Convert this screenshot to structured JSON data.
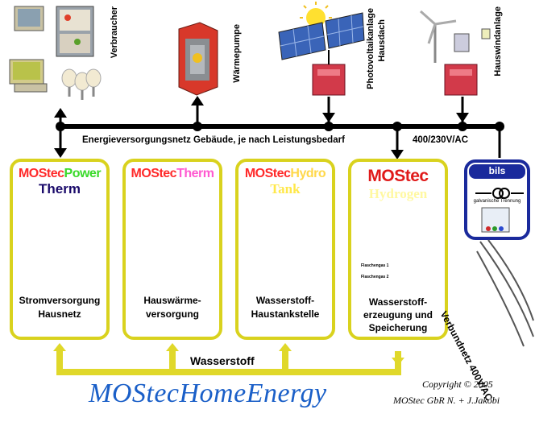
{
  "consumers": {
    "verbraucher": "Verbraucher",
    "waermepumpe": "Wärmepumpe",
    "photovoltaik_line1": "Photovoltaikanlage",
    "photovoltaik_line2": "Hausdach",
    "hauswind": "Hauswindanlage"
  },
  "bus": {
    "label": "Energieversorgungsnetz Gebäude, je nach Leistungsbedarf",
    "voltage": "400/230V/AC"
  },
  "modules": [
    {
      "brand": "MOStec",
      "suffix": "Power",
      "line2": "Therm",
      "desc1": "Stromversorgung",
      "desc2": "Hausnetz"
    },
    {
      "brand": "MOStec",
      "suffix": "Therm",
      "line2": "",
      "desc1": "Hauswärme-",
      "desc2": "versorgung"
    },
    {
      "brand": "MOStec",
      "suffix": "Hydro",
      "line2": "Tank",
      "desc1": "Wasserstoff-",
      "desc2": "Haustankstelle"
    },
    {
      "brand": "MOStec",
      "suffix": "",
      "line2": "Hydrogen",
      "desc1": "Wasserstoff-",
      "desc2": "erzeugung und",
      "desc3": "Speicherung"
    }
  ],
  "bils": {
    "title": "bils",
    "caption": "galvanische Trennung"
  },
  "grid_label": "Verbundnetz 400V/AC",
  "hydrogen_label": "Wasserstoff",
  "title": "MOStecHomeEnergy",
  "copyright_line1": "Copyright © 2005",
  "copyright_line2": "MOStec GbR N. + J.Jakobi",
  "hydrogen_panel": {
    "row1": "Flaschengas 1",
    "row2": "Flaschengas 2"
  },
  "colors": {
    "module_border": "#d9d21e",
    "bus": "#000000",
    "power_head": "#4c28a0",
    "therm_head": "#6a2a9a",
    "hydro_head": "#8a3a9c",
    "hydrogen_head": "#8ec21e",
    "title": "#1a5fc8",
    "bils_border": "#1a2a9c"
  }
}
